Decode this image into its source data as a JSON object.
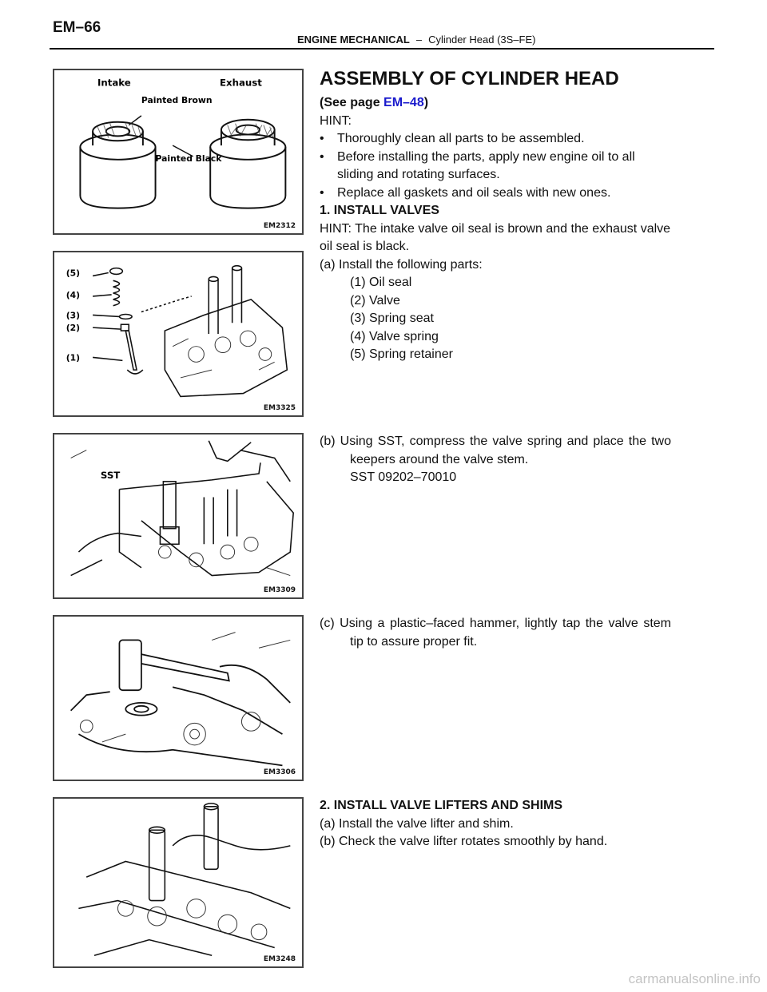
{
  "header": {
    "page_number": "EM–66",
    "section": "ENGINE MECHANICAL",
    "separator": "–",
    "subsection": "Cylinder Head (3S–FE)"
  },
  "figures": [
    {
      "code": "EM2312",
      "labels": {
        "intake": "Intake",
        "exhaust": "Exhaust",
        "brown": "Painted Brown",
        "black": "Painted Black"
      }
    },
    {
      "code": "EM3325",
      "labels": [
        "(5)",
        "(4)",
        "(3)",
        "(2)",
        "(1)"
      ]
    },
    {
      "code": "EM3309",
      "labels": {
        "sst": "SST"
      }
    },
    {
      "code": "EM3306"
    },
    {
      "code": "EM3248"
    }
  ],
  "content": {
    "title": "ASSEMBLY OF CYLINDER HEAD",
    "see_page_prefix": "(See page ",
    "see_page_link": "EM–48",
    "see_page_suffix": ")",
    "hint_label": "HINT:",
    "bullets": [
      "Thoroughly clean all parts to be assembled.",
      "Before installing the parts, apply new engine oil to all sliding and rotating surfaces.",
      "Replace all gaskets and oil seals with new ones."
    ],
    "step1_title": "1. INSTALL VALVES",
    "step1_hint": "HINT: The intake valve oil seal is brown and the exhaust valve oil seal is black.",
    "step1_a": "(a) Install the following parts:",
    "step1_parts": [
      "(1) Oil seal",
      "(2) Valve",
      "(3) Spring seat",
      "(4) Valve spring",
      "(5) Spring retainer"
    ],
    "step1_b": "(b) Using SST, compress the valve spring and place the two keepers around the valve stem.",
    "step1_b_sst": "SST 09202–70010",
    "step1_c": "(c) Using a plastic–faced hammer, lightly tap the valve stem tip to assure proper fit.",
    "step2_title": "2. INSTALL VALVE LIFTERS AND SHIMS",
    "step2_a": "(a) Install the valve lifter and shim.",
    "step2_b": "(b) Check the valve lifter rotates smoothly by hand."
  },
  "watermark": "carmanualsonline.info"
}
